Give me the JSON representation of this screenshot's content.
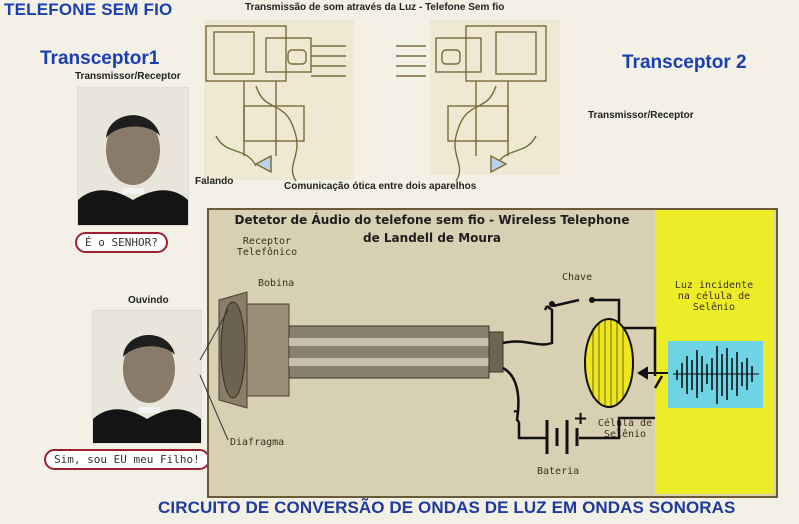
{
  "title": "TELEFONE SEM FIO",
  "top_caption": "Transmissão de som através da Luz - Telefone Sem fio",
  "transceiver1": {
    "label": "Transceptor1",
    "sub": "Transmissor/Receptor",
    "speaking": "Falando"
  },
  "transceiver2": {
    "label": "Transceptor 2",
    "sub": "Transmissor/Receptor"
  },
  "optical_caption": "Comunicação ótica entre dois aparelhos",
  "bubble_question": "É o SENHOR?",
  "listener_label": "Ouvindo",
  "bubble_answer": "Sim, sou EU meu Filho!",
  "panel": {
    "title_line1": "Detetor de Áudio do telefone sem fio - Wireless Telephone",
    "title_line2": "de Landell de Moura",
    "receiver": "Receptor Telefônico",
    "coil": "Bobina",
    "diaphragm": "Diafragma",
    "switch": "Chave",
    "battery": "Bateria",
    "cell": "Célula de Selênio",
    "incident_light": "Luz incidente na célula de Selênio",
    "minus": "-",
    "plus": "+"
  },
  "bottom_title": "CIRCUITO DE CONVERSÃO DE ONDAS DE LUZ EM ONDAS SONORAS",
  "colors": {
    "title_blue": "#1a3fb0",
    "panel_bg": "#d8d0b2",
    "yellow": "#ecec28",
    "wave_bg": "#6fd3e6",
    "bubble_border": "#9b2030"
  }
}
